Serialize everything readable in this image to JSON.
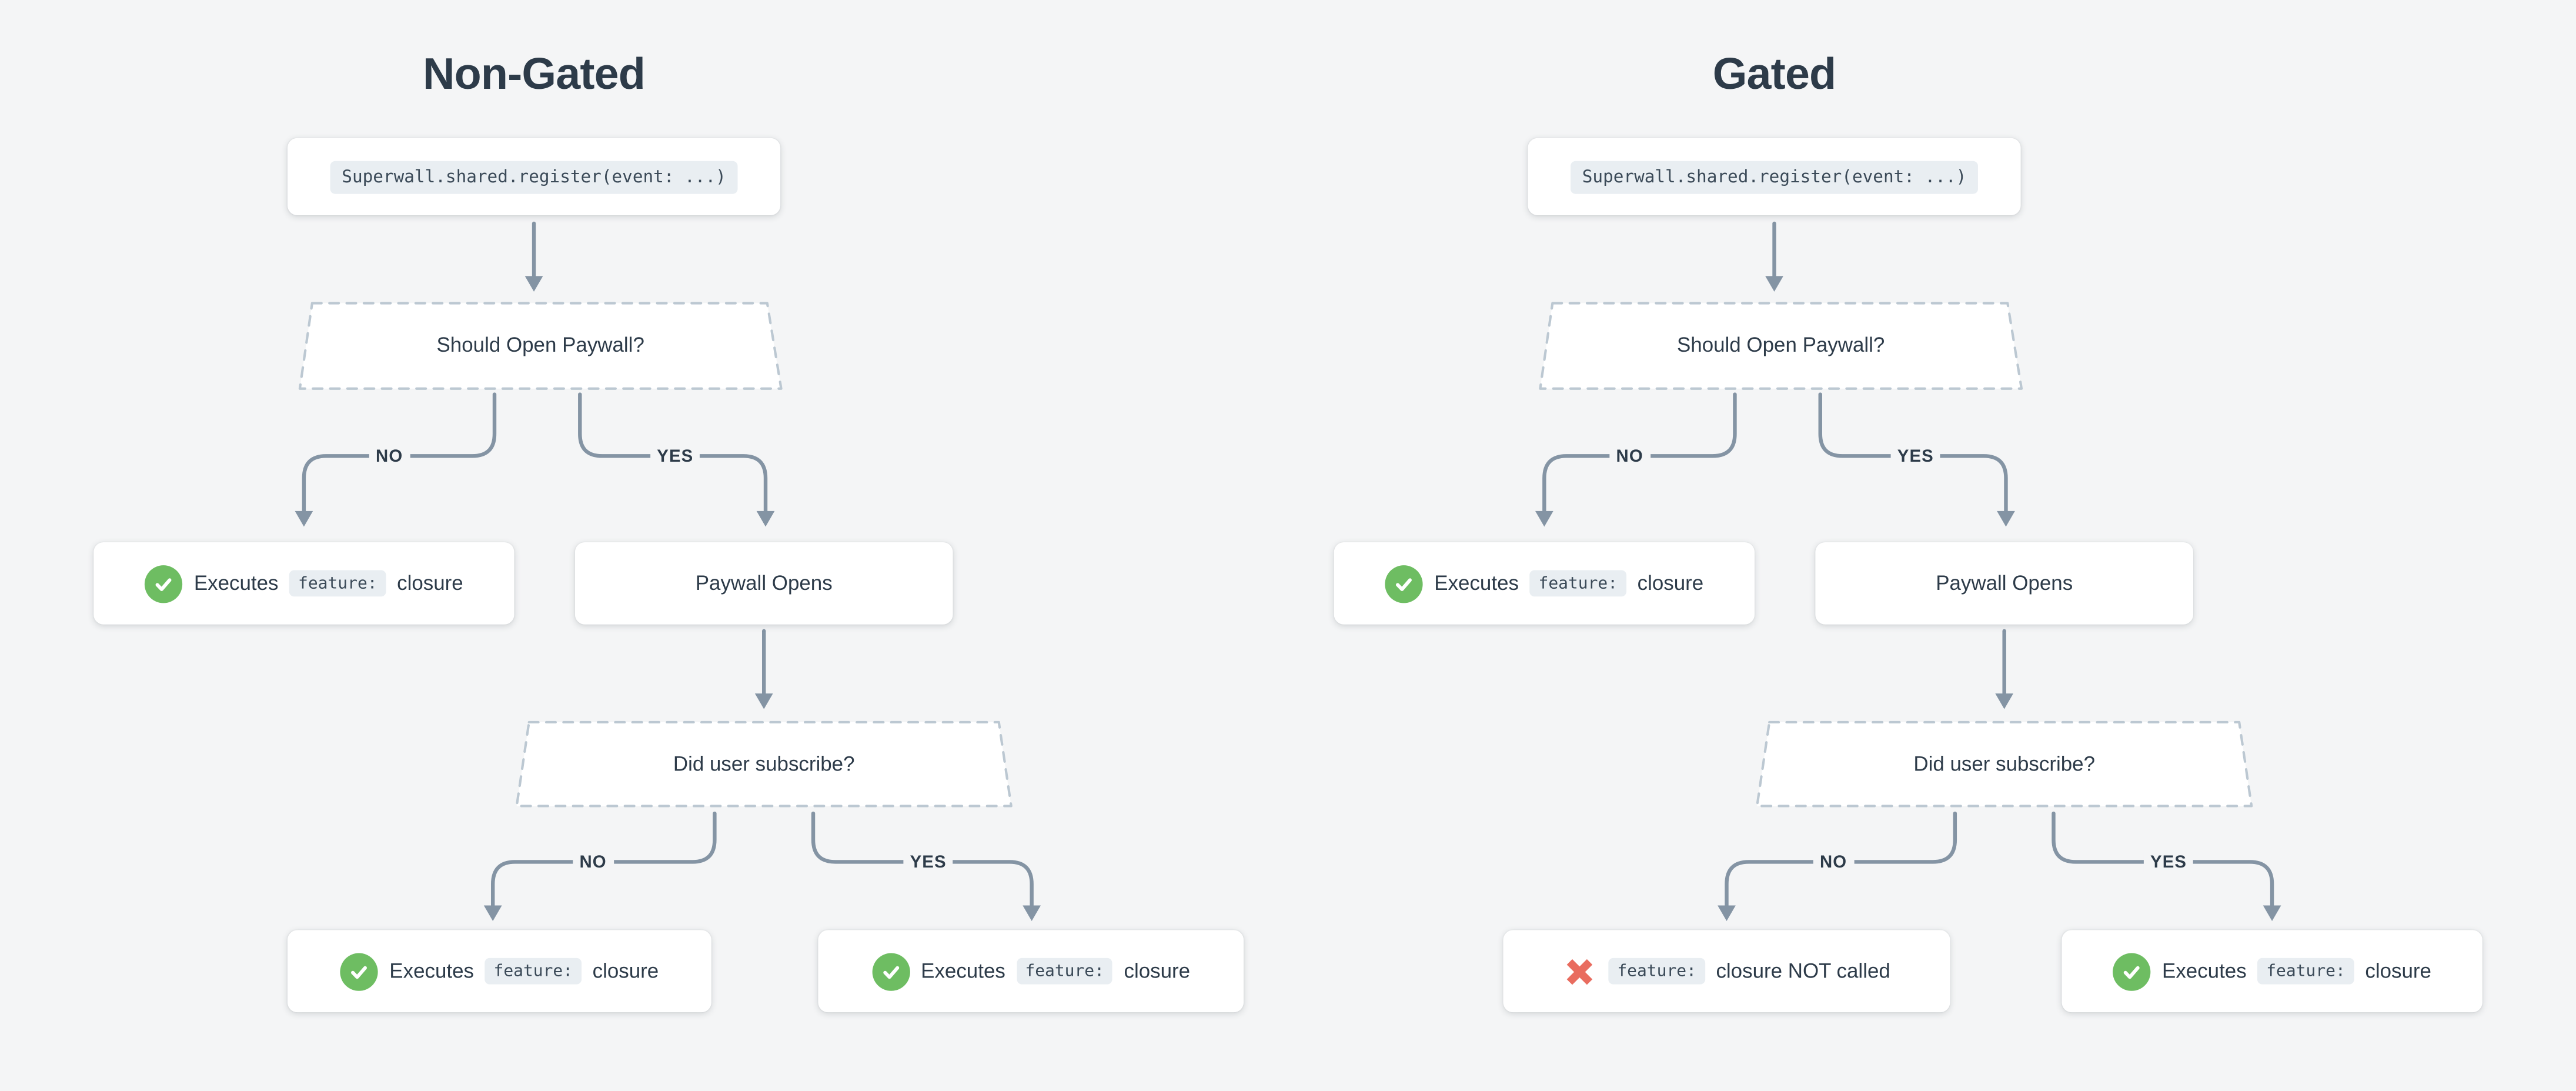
{
  "colors": {
    "background": "#f4f5f6",
    "card": "#ffffff",
    "text": "#2d3b49",
    "connector_line": "#8494a4",
    "dashed_border": "#bcc8d2",
    "code_chip_bg": "#e9eef2",
    "success_green": "#6ebd62",
    "error_red": "#e96c5f"
  },
  "charts": [
    {
      "title": "Non-Gated",
      "code": "Superwall.shared.register(event: ...)",
      "decisions": {
        "open_paywall": "Should Open Paywall?",
        "subscribe": "Did user subscribe?"
      },
      "edge_labels": {
        "no1": "NO",
        "yes1": "YES",
        "no2": "NO",
        "yes2": "YES"
      },
      "nodes": {
        "no_result": {
          "icon": "check-icon",
          "prefix": "Executes",
          "chip": "feature:",
          "suffix": "closure"
        },
        "paywall_opens": "Paywall Opens",
        "sub_no": {
          "icon": "check-icon",
          "prefix": "Executes",
          "chip": "feature:",
          "suffix": "closure"
        },
        "sub_yes": {
          "icon": "check-icon",
          "prefix": "Executes",
          "chip": "feature:",
          "suffix": "closure"
        }
      }
    },
    {
      "title": "Gated",
      "code": "Superwall.shared.register(event: ...)",
      "decisions": {
        "open_paywall": "Should Open Paywall?",
        "subscribe": "Did user subscribe?"
      },
      "edge_labels": {
        "no1": "NO",
        "yes1": "YES",
        "no2": "NO",
        "yes2": "YES"
      },
      "nodes": {
        "no_result": {
          "icon": "check-icon",
          "prefix": "Executes",
          "chip": "feature:",
          "suffix": "closure"
        },
        "paywall_opens": "Paywall Opens",
        "sub_no": {
          "icon": "x-icon",
          "prefix": "",
          "chip": "feature:",
          "suffix": "closure NOT called"
        },
        "sub_yes": {
          "icon": "check-icon",
          "prefix": "Executes",
          "chip": "feature:",
          "suffix": "closure"
        }
      }
    }
  ]
}
